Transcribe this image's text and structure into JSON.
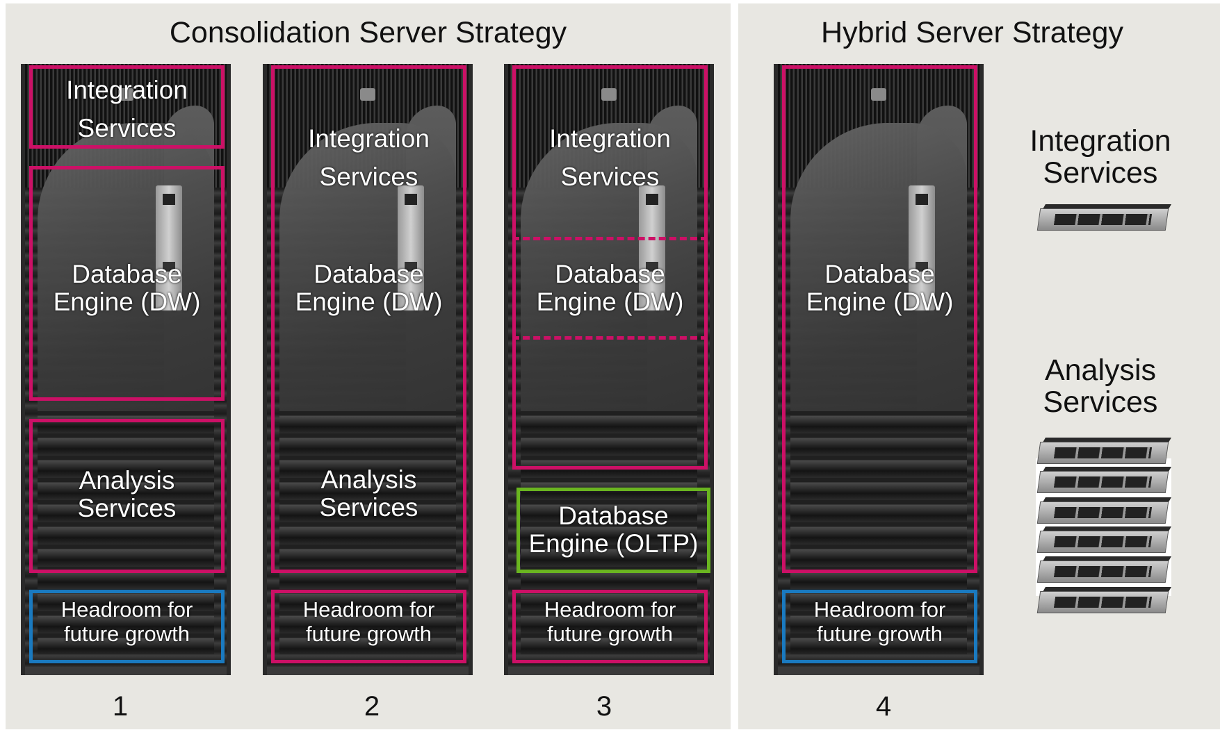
{
  "panels": {
    "left_title": "Consolidation Server Strategy",
    "right_title": "Hybrid Server Strategy"
  },
  "racks": [
    {
      "number": "1",
      "integration": [
        "Integration",
        "Services"
      ],
      "database": [
        "Database",
        "Engine (DW)"
      ],
      "analysis": [
        "Analysis",
        "Services"
      ],
      "headroom": [
        "Headroom for",
        "future growth"
      ]
    },
    {
      "number": "2",
      "integration": [
        "Integration",
        "Services"
      ],
      "database": [
        "Database",
        "Engine (DW)"
      ],
      "analysis": [
        "Analysis",
        "Services"
      ],
      "headroom": [
        "Headroom for",
        "future growth"
      ]
    },
    {
      "number": "3",
      "integration": [
        "Integration",
        "Services"
      ],
      "database": [
        "Database",
        "Engine (DW)"
      ],
      "oltp": [
        "Database",
        "Engine (OLTP)"
      ],
      "headroom": [
        "Headroom for",
        "future growth"
      ]
    },
    {
      "number": "4",
      "database": [
        "Database",
        "Engine (DW)"
      ],
      "headroom": [
        "Headroom for",
        "future growth"
      ]
    }
  ],
  "side": {
    "integration": [
      "Integration",
      "Services"
    ],
    "analysis": [
      "Analysis",
      "Services"
    ]
  },
  "colors": {
    "magenta": "#cc1066",
    "green": "#6ab520",
    "blue": "#1a7ac0",
    "panel_bg": "#e8e7e2"
  }
}
